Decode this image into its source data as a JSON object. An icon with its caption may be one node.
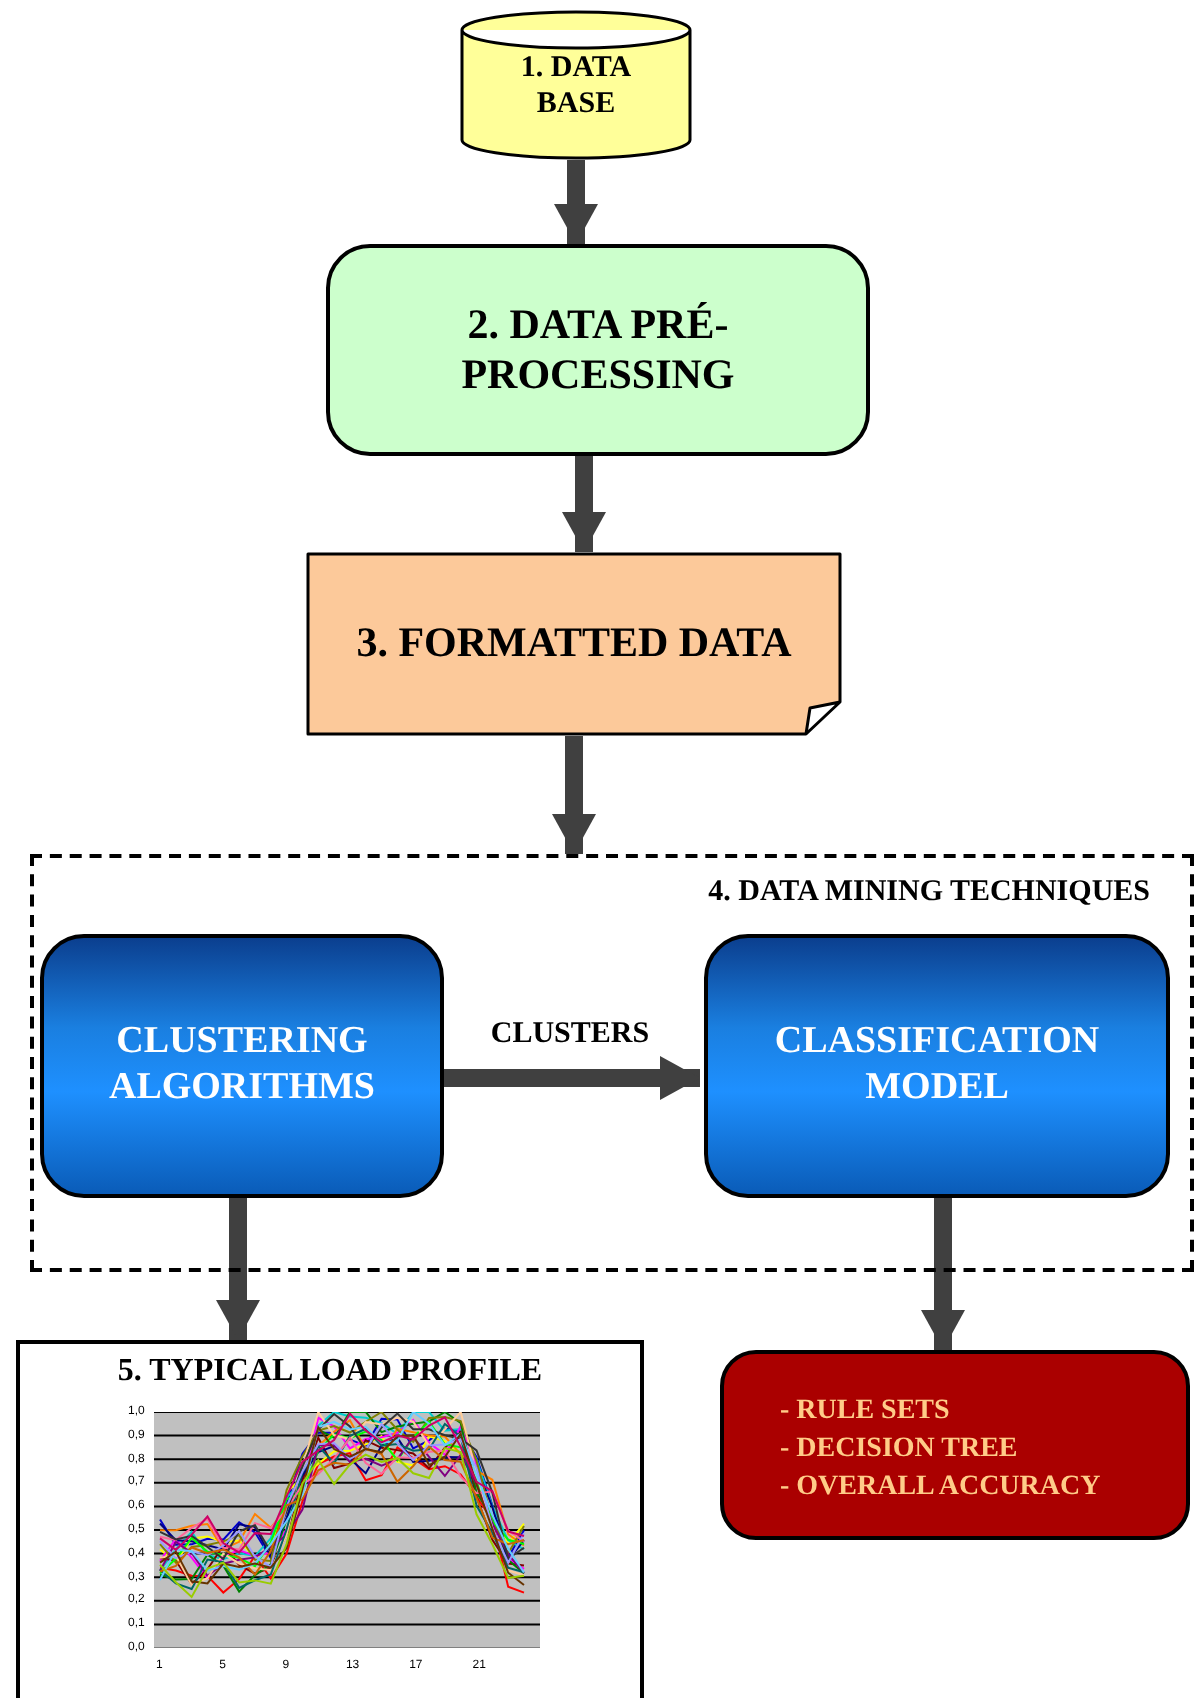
{
  "diagram": {
    "nodes": [
      {
        "text": [
          "1. DATA BASE"
        ]
      },
      {
        "text": [
          "2. DATA PRÉ-PROCESSING"
        ]
      },
      {
        "text": [
          "3. FORMATTED DATA"
        ]
      },
      {
        "text": [
          "4. DATA MINING TECHNIQUES"
        ]
      },
      {
        "text": [
          "CLUSTERING ALGORITHMS"
        ],
        "in": 3
      },
      {
        "text": [
          "CLASSIFICATION MODEL"
        ],
        "in": 3
      },
      {
        "text": [
          "5. TYPICAL LOAD PROFILE"
        ]
      },
      {
        "text": [
          "- RULE SETS",
          "- DECISION TREE",
          "- OVERALL ACCURACY"
        ]
      }
    ],
    "edges": [
      {
        "from": 0,
        "to": 1,
        "arrow": "to"
      },
      {
        "from": 1,
        "to": 2,
        "arrow": "to"
      },
      {
        "from": 2,
        "to": 3,
        "arrow": "to"
      },
      {
        "from": 4,
        "to": 5,
        "arrow": "to",
        "label": "CLUSTERS"
      },
      {
        "from": 4,
        "to": 6,
        "arrow": "to"
      },
      {
        "from": 5,
        "to": 7,
        "arrow": "to"
      }
    ],
    "labels": [
      "1,0",
      "0,9",
      "0,8",
      "0,7",
      "0,6",
      "0,5",
      "0,4",
      "0,3",
      "0,2",
      "0,1",
      "0,0",
      "1",
      "5",
      "9",
      "13",
      "17",
      "21"
    ]
  }
}
